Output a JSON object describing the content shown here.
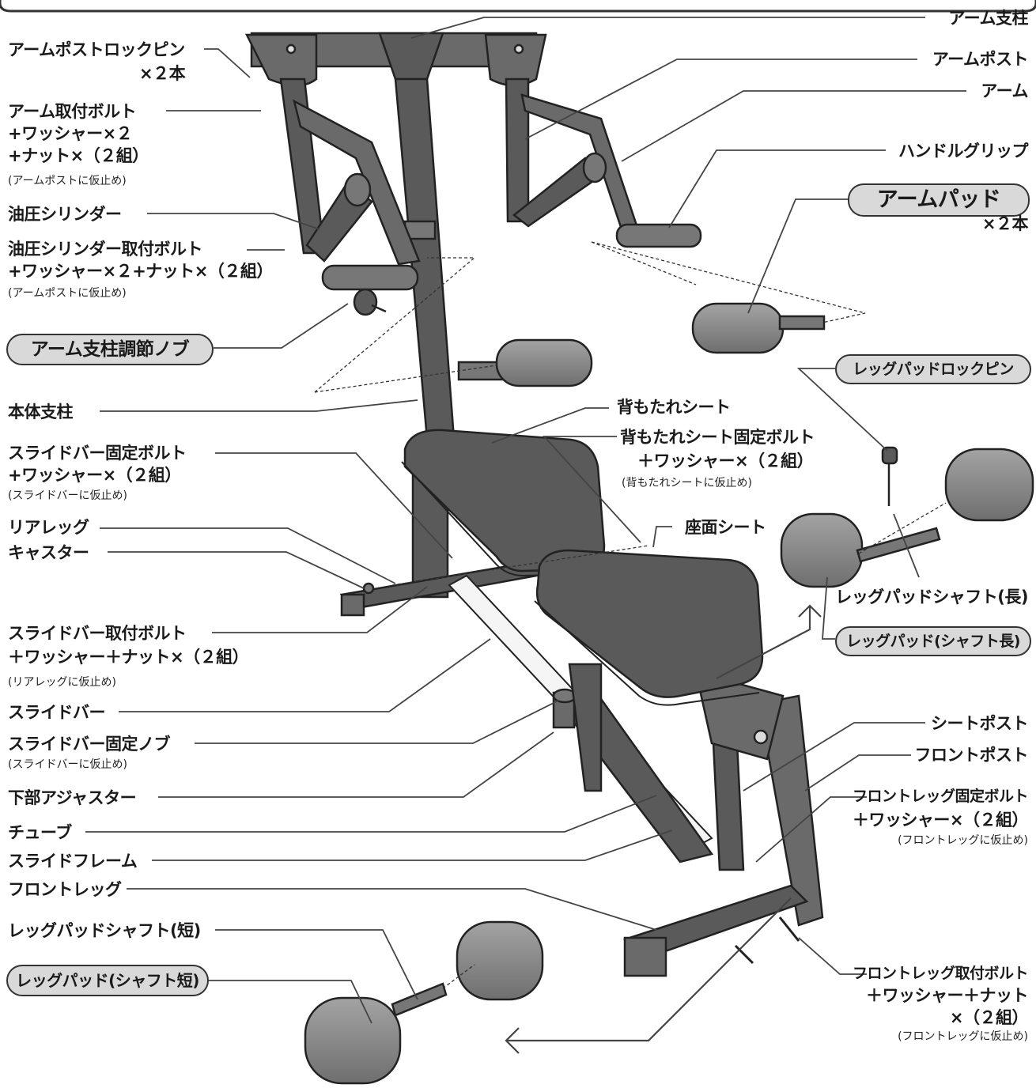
{
  "labels_left": {
    "arm_post_lock_pin": "アームポストロックピン",
    "arm_post_lock_pin_qty": "×２本",
    "arm_bolt_1": "アーム取付ボルト",
    "arm_bolt_2": "+ワッシャー×２",
    "arm_bolt_3": "+ナット×（２組）",
    "arm_bolt_note": "(アームポストに仮止め)",
    "hydraulic_cylinder": "油圧シリンダー",
    "cyl_bolt_1": "油圧シリンダー取付ボルト",
    "cyl_bolt_2": "+ワッシャー×２+ナット×（２組）",
    "cyl_bolt_note": "(アームポストに仮止め)",
    "arm_column_knob": "アーム支柱調節ノブ",
    "main_column": "本体支柱",
    "slide_bar_fix_bolt_1": "スライドバー固定ボルト",
    "slide_bar_fix_bolt_2": "+ワッシャー×（２組）",
    "slide_bar_fix_bolt_note": "(スライドバーに仮止め)",
    "rear_leg": "リアレッグ",
    "caster": "キャスター",
    "slide_bar_bolt_1": "スライドバー取付ボルト",
    "slide_bar_bolt_2": "＋ワッシャー＋ナット×（２組）",
    "slide_bar_bolt_note": "(リアレッグに仮止め)",
    "slide_bar": "スライドバー",
    "slide_bar_knob": "スライドバー固定ノブ",
    "slide_bar_knob_note": "(スライドバーに仮止め)",
    "lower_adjuster": "下部アジャスター",
    "tube": "チューブ",
    "slide_frame": "スライドフレーム",
    "front_leg": "フロントレッグ",
    "leg_pad_shaft_short": "レッグパッドシャフト(短)",
    "leg_pad_short": "レッグパッド(シャフト短)"
  },
  "labels_right": {
    "arm_column": "アーム支柱",
    "arm_post": "アームポスト",
    "arm": "アーム",
    "handle_grip": "ハンドルグリップ",
    "arm_pad": "アームパッド",
    "arm_pad_qty": "×２本",
    "leg_pad_lock_pin": "レッグパッドロックピン",
    "leg_pad_shaft_long": "レッグパッドシャフト(長)",
    "leg_pad_long": "レッグパッド(シャフト長)",
    "seat_post": "シートポスト",
    "front_post": "フロントポスト",
    "front_leg_fix_bolt_1": "フロントレッグ固定ボルト",
    "front_leg_fix_bolt_2": "＋ワッシャー×（２組）",
    "front_leg_fix_bolt_note": "(フロントレッグに仮止め)",
    "front_leg_bolt_1": "フロントレッグ取付ボルト",
    "front_leg_bolt_2": "＋ワッシャー＋ナット",
    "front_leg_bolt_3": "×（２組）",
    "front_leg_bolt_note": "(フロントレッグに仮止め)"
  },
  "labels_center": {
    "backrest_seat": "背もたれシート",
    "backrest_bolt_1": "背もたれシート固定ボルト",
    "backrest_bolt_2": "＋ワッシャー×（２組）",
    "backrest_bolt_note": "(背もたれシートに仮止め)",
    "seat": "座面シート"
  },
  "colors": {
    "line": "#333333",
    "part_fill": "#5a5a5a",
    "pad_fill": "#8c8c8c",
    "pill_fill": "#d9d9d9"
  }
}
